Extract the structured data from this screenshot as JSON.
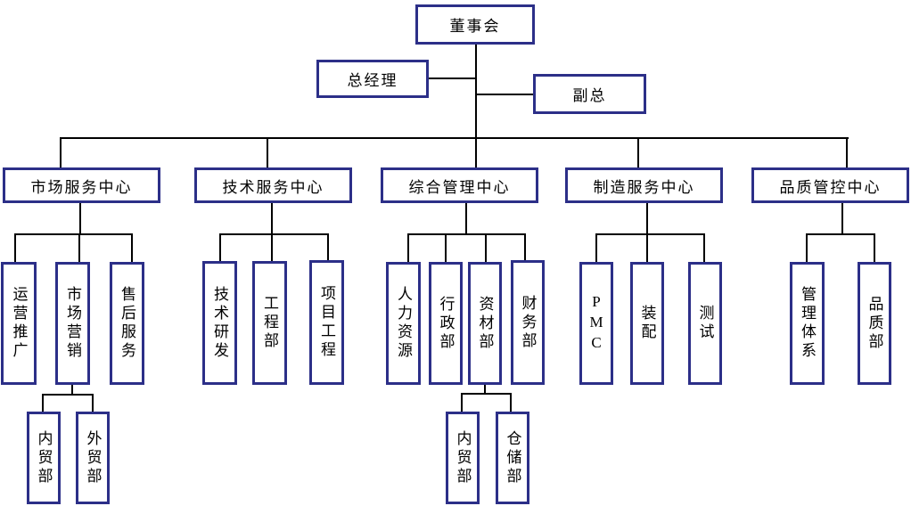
{
  "colors": {
    "box_border": "#2c2f88",
    "connector_line": "#000000",
    "text": "#000000",
    "background": "#ffffff"
  },
  "org": {
    "board": {
      "label": "董事会"
    },
    "general_manager": {
      "label": "总经理"
    },
    "deputy_general_manager": {
      "label": "副总"
    },
    "centers": [
      {
        "label": "市场服务中心",
        "departments": [
          {
            "label": "运营推广"
          },
          {
            "label": "市场营销",
            "sub": [
              {
                "label": "内贸部"
              },
              {
                "label": "外贸部"
              }
            ]
          },
          {
            "label": "售后服务"
          }
        ]
      },
      {
        "label": "技术服务中心",
        "departments": [
          {
            "label": "技术研发"
          },
          {
            "label": "工程部"
          },
          {
            "label": "项目工程"
          }
        ]
      },
      {
        "label": "综合管理中心",
        "departments": [
          {
            "label": "人力资源"
          },
          {
            "label": "行政部"
          },
          {
            "label": "资材部",
            "sub": [
              {
                "label": "内贸部"
              },
              {
                "label": "仓储部"
              }
            ]
          },
          {
            "label": "财务部"
          }
        ]
      },
      {
        "label": "制造服务中心",
        "departments": [
          {
            "label": "PMC"
          },
          {
            "label": "装配"
          },
          {
            "label": "测试"
          }
        ]
      },
      {
        "label": "品质管控中心",
        "departments": [
          {
            "label": "管理体系"
          },
          {
            "label": "品质部"
          }
        ]
      }
    ]
  }
}
